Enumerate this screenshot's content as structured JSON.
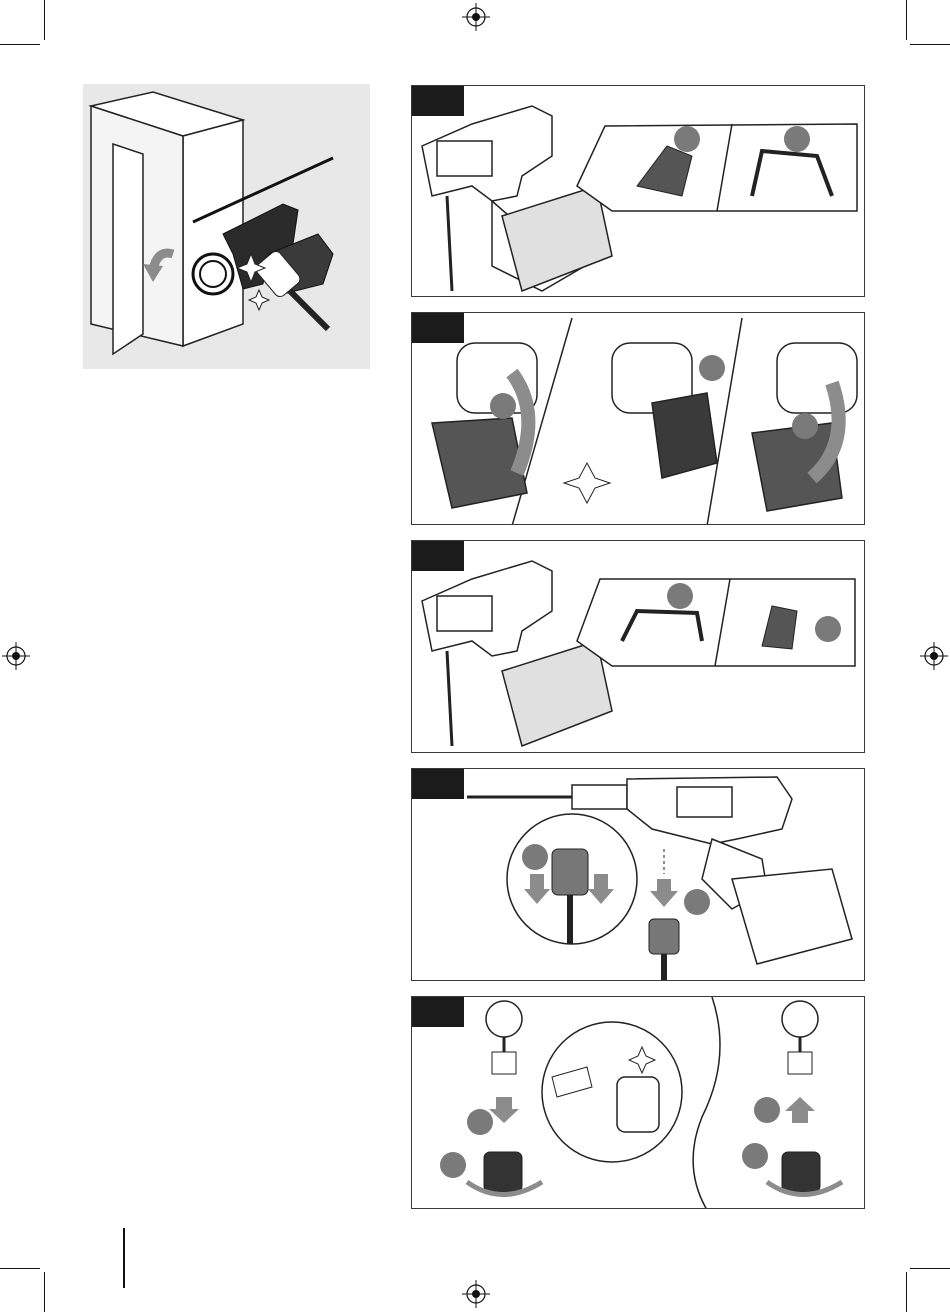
{
  "page": {
    "description_labels": [],
    "colors": {
      "frame": "#3a3a3a",
      "step_tag": "#1b1b1b",
      "step_circle": "#7a7a7a",
      "figure_bg": "#e8e8e8",
      "arrow": "#8c8c8c"
    }
  },
  "figures": {
    "storage": {
      "icon": "cabinet-storage-illustration"
    },
    "step1": {
      "icon": "pressure-washer-battery-latch-open"
    },
    "step2": {
      "icon": "battery-removal-sequence"
    },
    "step3": {
      "icon": "battery-latch-close"
    },
    "step4": {
      "icon": "hose-connector-detach"
    },
    "step5": {
      "icon": "filter-clean-sequence"
    }
  }
}
